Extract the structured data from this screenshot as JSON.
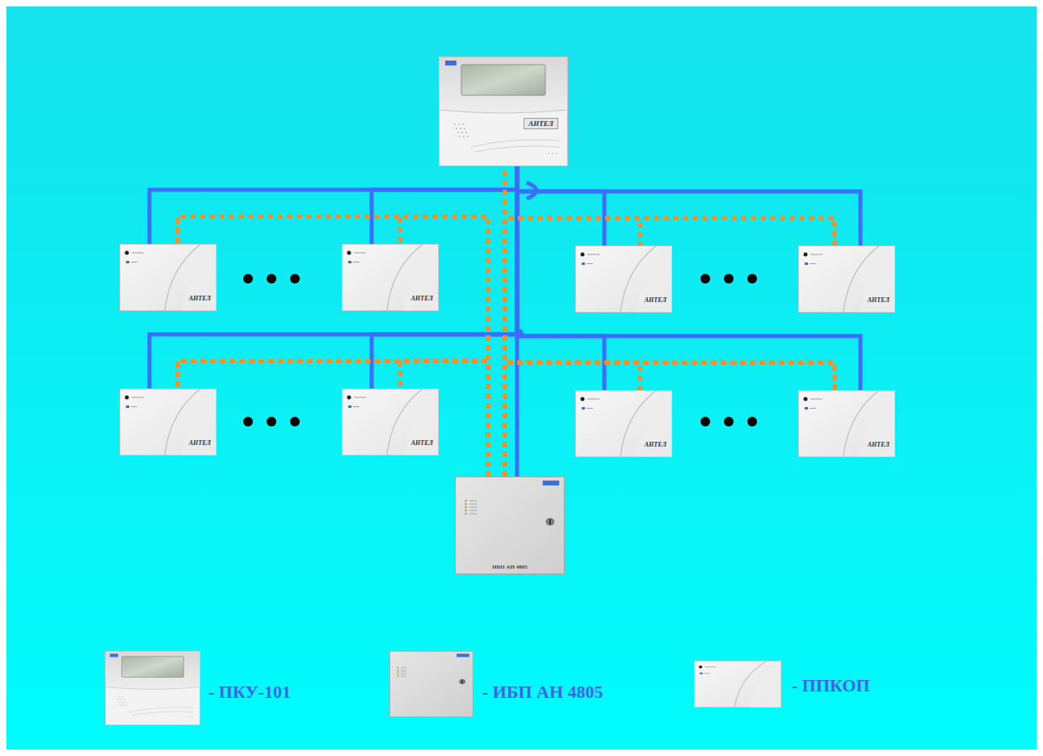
{
  "diagram": {
    "nodes": [
      {
        "text": [
          "АНТЕЛ"
        ]
      },
      {
        "text": [
          "АНТЕЛ"
        ]
      },
      {
        "text": [
          "АНТЕЛ"
        ]
      },
      {
        "text": [
          "АНТЕЛ"
        ]
      },
      {
        "text": [
          "АНТЕЛ"
        ]
      },
      {
        "text": [
          "АНТЕЛ"
        ]
      },
      {
        "text": [
          "АНТЕЛ"
        ]
      },
      {
        "text": [
          "АНТЕЛ"
        ]
      },
      {
        "text": [
          "АНТЕЛ"
        ]
      },
      {
        "text": [
          "ИБП АН 4805"
        ]
      }
    ],
    "edges": [
      {
        "from": 0,
        "to": 1,
        "arrow": "none"
      },
      {
        "from": 0,
        "to": 2,
        "arrow": "none"
      },
      {
        "from": 0,
        "to": 3,
        "arrow": "none"
      },
      {
        "from": 0,
        "to": 4,
        "arrow": "none"
      },
      {
        "from": 0,
        "to": 5,
        "arrow": "none"
      },
      {
        "from": 0,
        "to": 6,
        "arrow": "none"
      },
      {
        "from": 0,
        "to": 7,
        "arrow": "none"
      },
      {
        "from": 0,
        "to": 8,
        "arrow": "none"
      },
      {
        "from": 0,
        "to": 9,
        "arrow": "none"
      },
      {
        "from": 9,
        "to": 1,
        "arrow": "none"
      },
      {
        "from": 9,
        "to": 2,
        "arrow": "none"
      },
      {
        "from": 9,
        "to": 3,
        "arrow": "none"
      },
      {
        "from": 9,
        "to": 4,
        "arrow": "none"
      },
      {
        "from": 9,
        "to": 5,
        "arrow": "none"
      },
      {
        "from": 9,
        "to": 6,
        "arrow": "none"
      },
      {
        "from": 9,
        "to": 7,
        "arrow": "none"
      },
      {
        "from": 9,
        "to": 8,
        "arrow": "none"
      },
      {
        "from": 9,
        "to": 0,
        "arrow": "none"
      }
    ],
    "legend": [
      {
        "text": "- ПКУ-101"
      },
      {
        "text": "- ИБП АН 4805"
      },
      {
        "text": "- ППКОП"
      }
    ]
  }
}
